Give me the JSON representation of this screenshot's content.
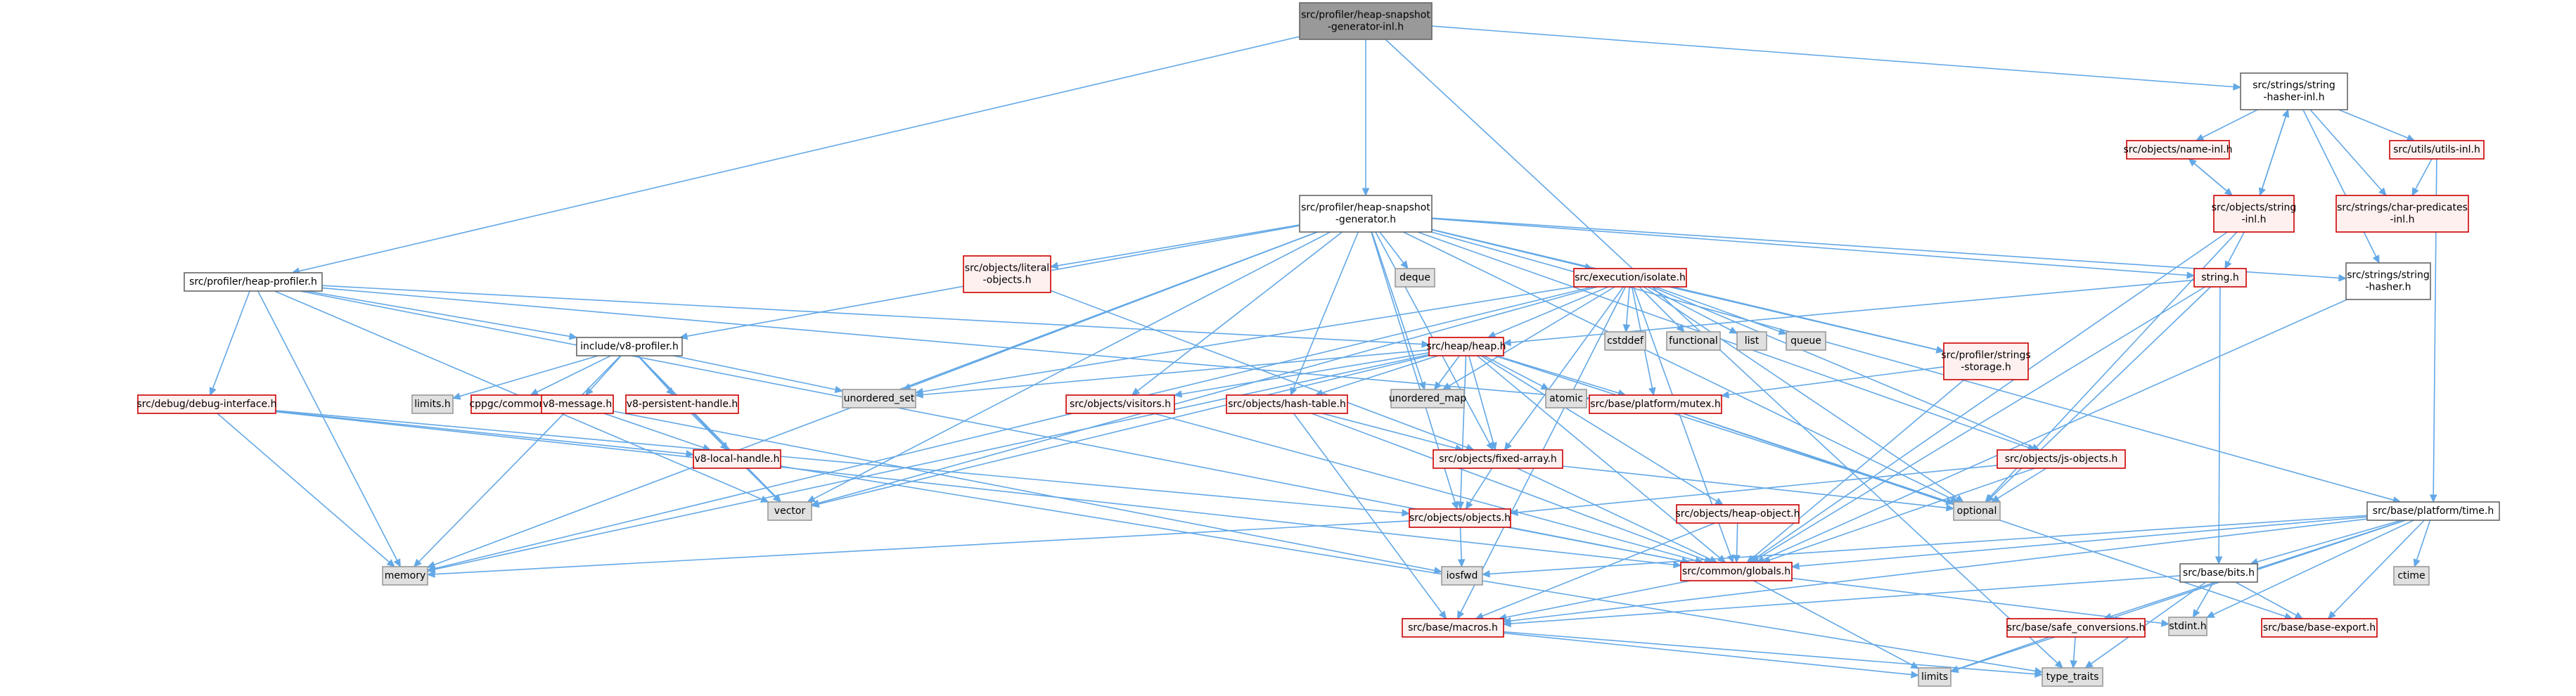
{
  "colors": {
    "edge": "#63a8e6",
    "focus_fill": "#999999",
    "focus_border": "#666666",
    "normal_fill": "#ffffff",
    "normal_border": "#666666",
    "red_fill": "#fff0f0",
    "red_border": "#cc0000",
    "system_fill": "#e0e0e0",
    "system_border": "#999999"
  },
  "graph": {
    "nodes": [
      {
        "id": "root",
        "lines": [
          "src/profiler/heap-snapshot",
          "-generator-inl.h"
        ],
        "kind": "focus"
      },
      {
        "id": "string_hasher_inl",
        "lines": [
          "src/strings/string",
          "-hasher-inl.h"
        ],
        "kind": "normal"
      },
      {
        "id": "heap_snapshot_generator",
        "lines": [
          "src/profiler/heap-snapshot",
          "-generator.h"
        ],
        "kind": "normal"
      },
      {
        "id": "heap_profiler",
        "lines": [
          "src/profiler/heap-profiler.h"
        ],
        "kind": "normal"
      },
      {
        "id": "name_inl",
        "lines": [
          "src/objects/name-inl.h"
        ],
        "kind": "red"
      },
      {
        "id": "utils_inl",
        "lines": [
          "src/utils/utils-inl.h"
        ],
        "kind": "red"
      },
      {
        "id": "string_inl",
        "lines": [
          "src/objects/string",
          "-inl.h"
        ],
        "kind": "red"
      },
      {
        "id": "char_predicates",
        "lines": [
          "src/strings/char-predicates",
          "-inl.h"
        ],
        "kind": "red"
      },
      {
        "id": "literal_objects",
        "lines": [
          "src/objects/literal",
          "-objects.h"
        ],
        "kind": "red"
      },
      {
        "id": "deque",
        "lines": [
          "deque"
        ],
        "kind": "system"
      },
      {
        "id": "isolate",
        "lines": [
          "src/execution/isolate.h"
        ],
        "kind": "red"
      },
      {
        "id": "string_h",
        "lines": [
          "string.h"
        ],
        "kind": "red"
      },
      {
        "id": "string_hasher",
        "lines": [
          "src/strings/string",
          "-hasher.h"
        ],
        "kind": "normal"
      },
      {
        "id": "v8_profiler",
        "lines": [
          "include/v8-profiler.h"
        ],
        "kind": "normal"
      },
      {
        "id": "heap",
        "lines": [
          "src/heap/heap.h"
        ],
        "kind": "red"
      },
      {
        "id": "cstddef",
        "lines": [
          "cstddef"
        ],
        "kind": "system"
      },
      {
        "id": "functional",
        "lines": [
          "functional"
        ],
        "kind": "system"
      },
      {
        "id": "list",
        "lines": [
          "list"
        ],
        "kind": "system"
      },
      {
        "id": "queue",
        "lines": [
          "queue"
        ],
        "kind": "system"
      },
      {
        "id": "strings_storage",
        "lines": [
          "src/profiler/strings",
          "-storage.h"
        ],
        "kind": "red"
      },
      {
        "id": "debug_interface",
        "lines": [
          "src/debug/debug-interface.h"
        ],
        "kind": "red"
      },
      {
        "id": "limits_h",
        "lines": [
          "limits.h"
        ],
        "kind": "system"
      },
      {
        "id": "cppgc_common",
        "lines": [
          "cppgc/common.h"
        ],
        "kind": "red"
      },
      {
        "id": "v8_message",
        "lines": [
          "v8-message.h"
        ],
        "kind": "red"
      },
      {
        "id": "v8_persistent",
        "lines": [
          "v8-persistent-handle.h"
        ],
        "kind": "red"
      },
      {
        "id": "unordered_set",
        "lines": [
          "unordered_set"
        ],
        "kind": "system"
      },
      {
        "id": "visitors",
        "lines": [
          "src/objects/visitors.h"
        ],
        "kind": "red"
      },
      {
        "id": "hash_table",
        "lines": [
          "src/objects/hash-table.h"
        ],
        "kind": "red"
      },
      {
        "id": "unordered_map",
        "lines": [
          "unordered_map"
        ],
        "kind": "system"
      },
      {
        "id": "atomic",
        "lines": [
          "atomic"
        ],
        "kind": "system"
      },
      {
        "id": "mutex",
        "lines": [
          "src/base/platform/mutex.h"
        ],
        "kind": "red"
      },
      {
        "id": "js_objects",
        "lines": [
          "src/objects/js-objects.h"
        ],
        "kind": "red"
      },
      {
        "id": "v8_local_handle",
        "lines": [
          "v8-local-handle.h"
        ],
        "kind": "red"
      },
      {
        "id": "fixed_array",
        "lines": [
          "src/objects/fixed-array.h"
        ],
        "kind": "red"
      },
      {
        "id": "optional",
        "lines": [
          "optional"
        ],
        "kind": "system"
      },
      {
        "id": "time_h",
        "lines": [
          "src/base/platform/time.h"
        ],
        "kind": "normal"
      },
      {
        "id": "vector",
        "lines": [
          "vector"
        ],
        "kind": "system"
      },
      {
        "id": "objects_h",
        "lines": [
          "src/objects/objects.h"
        ],
        "kind": "red"
      },
      {
        "id": "heap_object",
        "lines": [
          "src/objects/heap-object.h"
        ],
        "kind": "red"
      },
      {
        "id": "ctime",
        "lines": [
          "ctime"
        ],
        "kind": "system"
      },
      {
        "id": "memory",
        "lines": [
          "memory"
        ],
        "kind": "system"
      },
      {
        "id": "iosfwd",
        "lines": [
          "iosfwd"
        ],
        "kind": "system"
      },
      {
        "id": "globals",
        "lines": [
          "src/common/globals.h"
        ],
        "kind": "red"
      },
      {
        "id": "bits",
        "lines": [
          "src/base/bits.h"
        ],
        "kind": "normal"
      },
      {
        "id": "stdint",
        "lines": [
          "stdint.h"
        ],
        "kind": "system"
      },
      {
        "id": "safe_conversions",
        "lines": [
          "src/base/safe_conversions.h"
        ],
        "kind": "red"
      },
      {
        "id": "base_export",
        "lines": [
          "src/base/base-export.h"
        ],
        "kind": "red"
      },
      {
        "id": "macros",
        "lines": [
          "src/base/macros.h"
        ],
        "kind": "red"
      },
      {
        "id": "limits",
        "lines": [
          "limits"
        ],
        "kind": "system"
      },
      {
        "id": "type_traits",
        "lines": [
          "type_traits"
        ],
        "kind": "system"
      }
    ],
    "edges": [
      [
        "root",
        "string_hasher_inl"
      ],
      [
        "root",
        "heap_snapshot_generator"
      ],
      [
        "root",
        "heap_profiler"
      ],
      [
        "root",
        "type_traits"
      ],
      [
        "string_hasher_inl",
        "name_inl"
      ],
      [
        "string_hasher_inl",
        "string_inl"
      ],
      [
        "string_hasher_inl",
        "utils_inl"
      ],
      [
        "string_hasher_inl",
        "char_predicates"
      ],
      [
        "string_hasher_inl",
        "string_hasher"
      ],
      [
        "name_inl",
        "string_inl"
      ],
      [
        "string_inl",
        "name_inl"
      ],
      [
        "string_inl",
        "string_hasher_inl"
      ],
      [
        "string_inl",
        "string_h"
      ],
      [
        "string_inl",
        "globals"
      ],
      [
        "string_inl",
        "optional"
      ],
      [
        "utils_inl",
        "char_predicates"
      ],
      [
        "utils_inl",
        "time_h"
      ],
      [
        "heap_snapshot_generator",
        "literal_objects"
      ],
      [
        "heap_snapshot_generator",
        "deque"
      ],
      [
        "heap_snapshot_generator",
        "isolate"
      ],
      [
        "heap_snapshot_generator",
        "string_h"
      ],
      [
        "heap_snapshot_generator",
        "string_hasher"
      ],
      [
        "heap_snapshot_generator",
        "v8_profiler"
      ],
      [
        "heap_snapshot_generator",
        "strings_storage"
      ],
      [
        "heap_snapshot_generator",
        "unordered_set"
      ],
      [
        "heap_snapshot_generator",
        "visitors"
      ],
      [
        "heap_snapshot_generator",
        "hash_table"
      ],
      [
        "heap_snapshot_generator",
        "unordered_map"
      ],
      [
        "heap_snapshot_generator",
        "js_objects"
      ],
      [
        "heap_snapshot_generator",
        "fixed_array"
      ],
      [
        "heap_snapshot_generator",
        "optional"
      ],
      [
        "heap_snapshot_generator",
        "time_h"
      ],
      [
        "heap_snapshot_generator",
        "vector"
      ],
      [
        "heap_snapshot_generator",
        "memory"
      ],
      [
        "heap_snapshot_generator",
        "objects_h"
      ],
      [
        "heap_profiler",
        "v8_profiler"
      ],
      [
        "heap_profiler",
        "debug_interface"
      ],
      [
        "heap_profiler",
        "heap"
      ],
      [
        "heap_profiler",
        "mutex"
      ],
      [
        "heap_profiler",
        "memory"
      ],
      [
        "heap_profiler",
        "vector"
      ],
      [
        "heap_profiler",
        "globals"
      ],
      [
        "literal_objects",
        "fixed_array"
      ],
      [
        "isolate",
        "heap"
      ],
      [
        "isolate",
        "cstddef"
      ],
      [
        "isolate",
        "functional"
      ],
      [
        "isolate",
        "list"
      ],
      [
        "isolate",
        "queue"
      ],
      [
        "isolate",
        "mutex"
      ],
      [
        "isolate",
        "strings_storage"
      ],
      [
        "isolate",
        "js_objects"
      ],
      [
        "isolate",
        "unordered_map"
      ],
      [
        "isolate",
        "unordered_set"
      ],
      [
        "isolate",
        "vector"
      ],
      [
        "isolate",
        "memory"
      ],
      [
        "isolate",
        "optional"
      ],
      [
        "isolate",
        "macros"
      ],
      [
        "isolate",
        "globals"
      ],
      [
        "isolate",
        "fixed_array"
      ],
      [
        "string_h",
        "heap"
      ],
      [
        "string_h",
        "optional"
      ],
      [
        "string_h",
        "globals"
      ],
      [
        "string_h",
        "bits"
      ],
      [
        "string_hasher",
        "globals"
      ],
      [
        "v8_profiler",
        "limits_h"
      ],
      [
        "v8_profiler",
        "cppgc_common"
      ],
      [
        "v8_profiler",
        "v8_message"
      ],
      [
        "v8_profiler",
        "v8_persistent"
      ],
      [
        "v8_profiler",
        "v8_local_handle"
      ],
      [
        "v8_profiler",
        "unordered_set"
      ],
      [
        "v8_profiler",
        "vector"
      ],
      [
        "v8_profiler",
        "memory"
      ],
      [
        "heap",
        "visitors"
      ],
      [
        "heap",
        "hash_table"
      ],
      [
        "heap",
        "unordered_map"
      ],
      [
        "heap",
        "atomic"
      ],
      [
        "heap",
        "mutex"
      ],
      [
        "heap",
        "unordered_set"
      ],
      [
        "heap",
        "fixed_array"
      ],
      [
        "heap",
        "heap_object"
      ],
      [
        "heap",
        "objects_h"
      ],
      [
        "heap",
        "globals"
      ],
      [
        "heap",
        "optional"
      ],
      [
        "heap",
        "vector"
      ],
      [
        "heap",
        "memory"
      ],
      [
        "strings_storage",
        "mutex"
      ],
      [
        "strings_storage",
        "globals"
      ],
      [
        "debug_interface",
        "v8_local_handle"
      ],
      [
        "debug_interface",
        "objects_h"
      ],
      [
        "debug_interface",
        "memory"
      ],
      [
        "debug_interface",
        "globals"
      ],
      [
        "v8_message",
        "v8_local_handle"
      ],
      [
        "v8_message",
        "iosfwd"
      ],
      [
        "v8_persistent",
        "v8_local_handle"
      ],
      [
        "v8_local_handle",
        "vector"
      ],
      [
        "v8_local_handle",
        "type_traits"
      ],
      [
        "visitors",
        "globals"
      ],
      [
        "hash_table",
        "fixed_array"
      ],
      [
        "hash_table",
        "macros"
      ],
      [
        "hash_table",
        "globals"
      ],
      [
        "mutex",
        "optional"
      ],
      [
        "mutex",
        "base_export"
      ],
      [
        "js_objects",
        "objects_h"
      ],
      [
        "js_objects",
        "optional"
      ],
      [
        "js_objects",
        "globals"
      ],
      [
        "fixed_array",
        "objects_h"
      ],
      [
        "fixed_array",
        "optional"
      ],
      [
        "fixed_array",
        "globals"
      ],
      [
        "time_h",
        "ctime"
      ],
      [
        "time_h",
        "iosfwd"
      ],
      [
        "time_h",
        "limits"
      ],
      [
        "time_h",
        "bits"
      ],
      [
        "time_h",
        "base_export"
      ],
      [
        "time_h",
        "safe_conversions"
      ],
      [
        "time_h",
        "macros"
      ],
      [
        "time_h",
        "globals"
      ],
      [
        "time_h",
        "stdint"
      ],
      [
        "objects_h",
        "iosfwd"
      ],
      [
        "objects_h",
        "memory"
      ],
      [
        "objects_h",
        "globals"
      ],
      [
        "heap_object",
        "globals"
      ],
      [
        "heap_object",
        "macros"
      ],
      [
        "globals",
        "stdint"
      ],
      [
        "globals",
        "macros"
      ],
      [
        "globals",
        "limits"
      ],
      [
        "bits",
        "macros"
      ],
      [
        "bits",
        "stdint"
      ],
      [
        "bits",
        "type_traits"
      ],
      [
        "bits",
        "base_export"
      ],
      [
        "safe_conversions",
        "limits"
      ],
      [
        "safe_conversions",
        "type_traits"
      ],
      [
        "macros",
        "limits"
      ],
      [
        "macros",
        "type_traits"
      ]
    ]
  }
}
